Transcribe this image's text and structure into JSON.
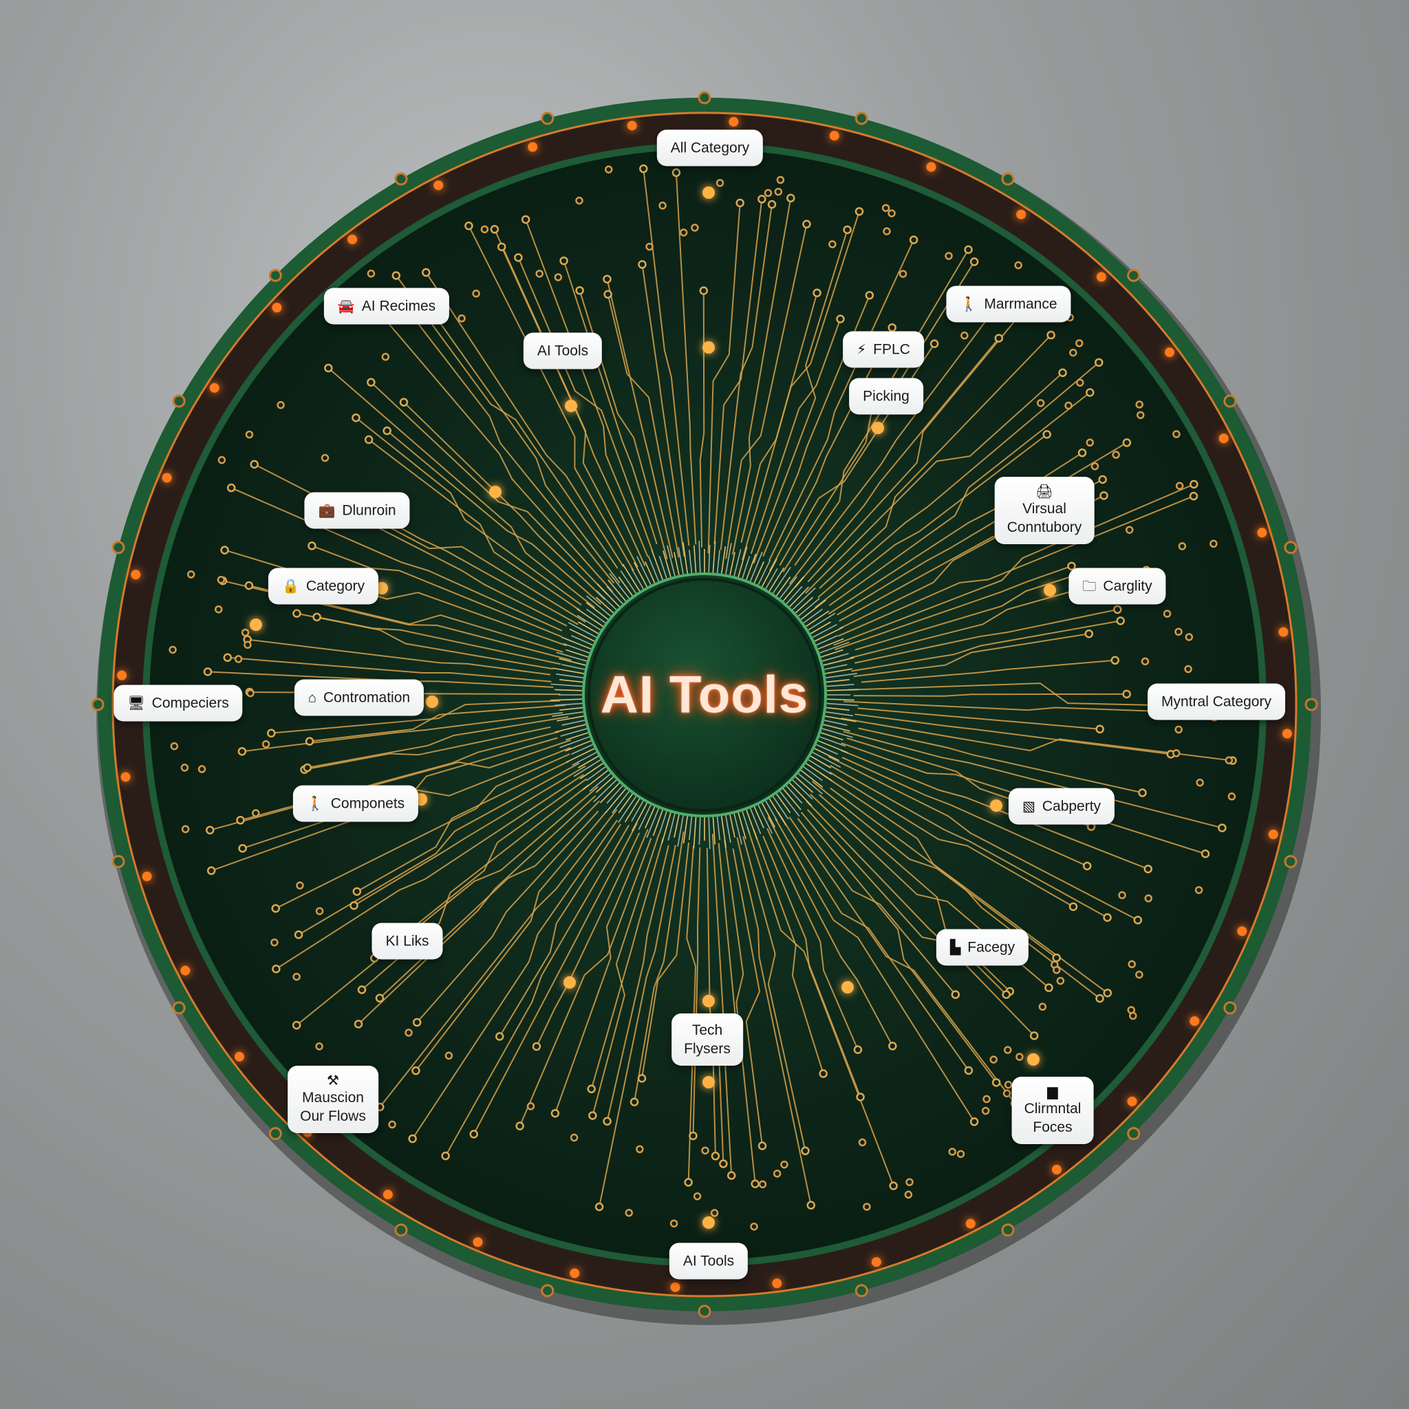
{
  "diagram": {
    "center_title": "AI Tools",
    "labels": [
      {
        "id": "all-category",
        "icon": "",
        "lines": [
          "All Category"
        ]
      },
      {
        "id": "ai-recimes",
        "icon": "car-icon",
        "lines": [
          "AI Recimes"
        ]
      },
      {
        "id": "ai-tools-upper",
        "icon": "",
        "lines": [
          "AI Tools"
        ]
      },
      {
        "id": "fplc",
        "icon": "chip-icon",
        "lines": [
          "FPLC"
        ]
      },
      {
        "id": "picking",
        "icon": "",
        "lines": [
          "Picking"
        ]
      },
      {
        "id": "marrmance",
        "icon": "person-icon",
        "lines": [
          "Marrmance"
        ]
      },
      {
        "id": "dlunroin",
        "icon": "briefcase-icon",
        "lines": [
          "Dlunroin"
        ]
      },
      {
        "id": "virsual-conntubory",
        "icon": "printer-icon",
        "lines": [
          "Virsual",
          "Conntubory"
        ]
      },
      {
        "id": "category",
        "icon": "lock-icon",
        "lines": [
          "Category"
        ]
      },
      {
        "id": "carglity",
        "icon": "folder-icon",
        "lines": [
          "Carglity"
        ]
      },
      {
        "id": "compeciers",
        "icon": "devices-icon",
        "lines": [
          "Compeciers"
        ]
      },
      {
        "id": "contromation",
        "icon": "home-icon",
        "lines": [
          "Contromation"
        ]
      },
      {
        "id": "myntral-category",
        "icon": "",
        "lines": [
          "Myntral Category"
        ]
      },
      {
        "id": "componets",
        "icon": "person-icon",
        "lines": [
          "Componets"
        ]
      },
      {
        "id": "cabperty",
        "icon": "image-icon",
        "lines": [
          "Cabperty"
        ]
      },
      {
        "id": "ki-liks",
        "icon": "",
        "lines": [
          "KI Liks"
        ]
      },
      {
        "id": "facegy",
        "icon": "building-icon",
        "lines": [
          "Facegy"
        ]
      },
      {
        "id": "tech-flysers",
        "icon": "",
        "lines": [
          "Tech",
          "Flysers"
        ]
      },
      {
        "id": "mauscion-our-flows",
        "icon": "tools-icon",
        "lines": [
          "Mauscion",
          "Our Flows"
        ]
      },
      {
        "id": "clirmntal-foces",
        "icon": "file-icon",
        "lines": [
          "Clirmntal",
          "Foces"
        ]
      },
      {
        "id": "ai-tools-bottom",
        "icon": "",
        "lines": [
          "AI Tools"
        ]
      }
    ]
  },
  "colors": {
    "board": "#0f2a1c",
    "board_edge": "#1f5a36",
    "trace": "#d9a24a",
    "glow": "#ff7a1c",
    "hub": "#0f3a22",
    "hub_ring": "#4fae6a"
  },
  "icons": {
    "car-icon": "🚘",
    "chip-icon": "⚡",
    "person-icon": "🚶",
    "briefcase-icon": "💼",
    "printer-icon": "🖨",
    "lock-icon": "🔒",
    "folder-icon": "🗀",
    "devices-icon": "🖥",
    "home-icon": "⌂",
    "image-icon": "▧",
    "building-icon": "▙",
    "tools-icon": "⚒",
    "file-icon": "▆"
  }
}
